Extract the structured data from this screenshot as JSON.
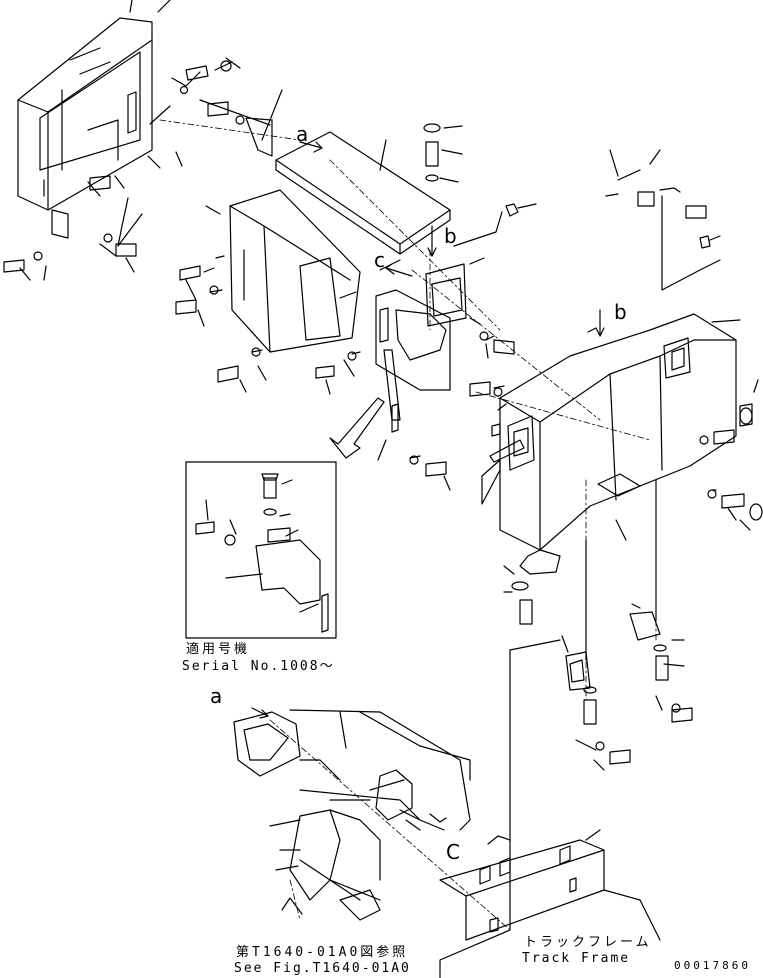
{
  "reference_letters": {
    "a_upper": "a",
    "b_upper": "b",
    "c_upper": "c",
    "b_right": "b",
    "a_lower": "a",
    "c_lower": "C"
  },
  "inset": {
    "applicable_jp": "適用号機",
    "serial": "Serial No.1008～"
  },
  "see_figure": {
    "jp": "第T1640-01A0図参照",
    "en": "See Fig.T1640-01A0"
  },
  "track_frame": {
    "jp": "トラックフレーム",
    "en": "Track Frame"
  },
  "drawing_number": "00017860"
}
